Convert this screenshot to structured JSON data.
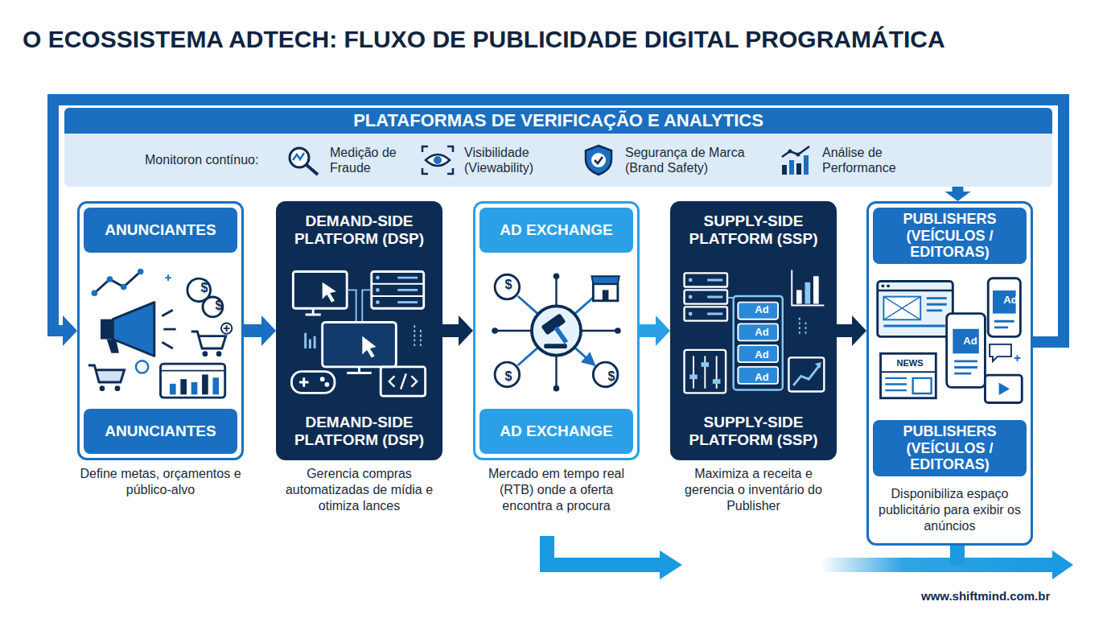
{
  "diagram": {
    "title": "O ECOSSISTEMA ADTECH: FLUXO DE PUBLICIDADE DIGITAL PROGRAMÁTICA",
    "nodes": [
      {
        "text": [
          "PLATAFORMAS DE VERIFICAÇÃO E ANALYTICS"
        ]
      },
      {
        "text": [
          "ANUNCIANTES",
          "ANUNCIANTES",
          "Define metas, orçamentos e público-alvo"
        ]
      },
      {
        "text": [
          "DEMAND-SIDE PLATFORM (DSP)",
          "DEMAND-SIDE PLATFORM (DSP)",
          "Gerencia compras automatizadas de mídia e otimiza lances"
        ]
      },
      {
        "text": [
          "AD EXCHANGE",
          "AD EXCHANGE",
          "Mercado em tempo real (RTB) onde a oferta encontra a procura"
        ]
      },
      {
        "text": [
          "SUPPLY-SIDE PLATFORM (SSP)",
          "SUPPLY-SIDE PLATFORM (SSP)",
          "Maximiza a receita e gerencia o inventário do Publisher"
        ]
      },
      {
        "text": [
          "PUBLISHERS (VEÍCULOS / EDITORAS)",
          "PUBLISHERS (VEÍCULOS / EDITORAS)",
          "Disponibiliza espaço publicitário para exibir os anúncios"
        ]
      }
    ],
    "edges": [
      {
        "from": 1,
        "to": 2,
        "arrow": "to"
      },
      {
        "from": 2,
        "to": 3,
        "arrow": "to"
      },
      {
        "from": 3,
        "to": 4,
        "arrow": "to"
      },
      {
        "from": 4,
        "to": 5,
        "arrow": "to"
      },
      {
        "from": 5,
        "to": 1,
        "arrow": "to"
      },
      {
        "from": 0,
        "to": 5,
        "arrow": "to"
      }
    ],
    "labels": [
      "Monitoron contínuo:",
      "Medição de Fraude",
      "Visibilidade (Viewability)",
      "Segurança de Marca (Brand Safety)",
      "Análise de Performance",
      "$",
      "$",
      "$",
      "$",
      "$",
      "Ad",
      "Ad",
      "Ad",
      "Ad",
      "Ad",
      "Ad",
      "NEWS",
      "www.shiftmind.com.br"
    ]
  }
}
